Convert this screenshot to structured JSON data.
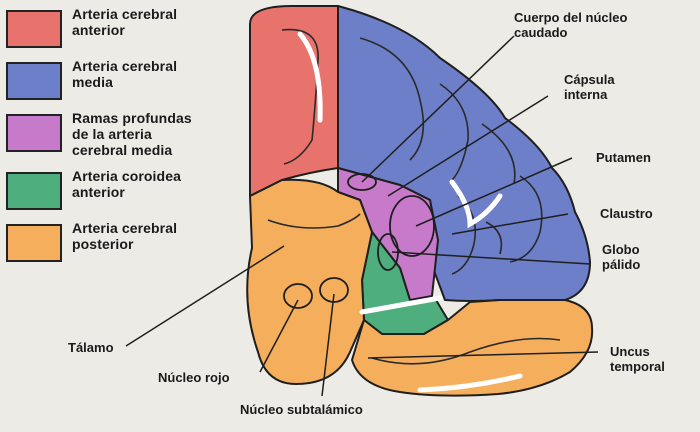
{
  "legend": [
    {
      "line1": "Arteria cerebral",
      "line2": "anterior",
      "line3": "",
      "color": "#e8736c"
    },
    {
      "line1": "Arteria cerebral",
      "line2": "media",
      "line3": "",
      "color": "#6d7fc8"
    },
    {
      "line1": "Ramas profundas",
      "line2": "de la arteria",
      "line3": "cerebral media",
      "color": "#c77ac9"
    },
    {
      "line1": "Arteria coroidea",
      "line2": "anterior",
      "line3": "",
      "color": "#4fae7e"
    },
    {
      "line1": "Arteria cerebral",
      "line2": "posterior",
      "line3": "",
      "color": "#f4ae5c"
    }
  ],
  "labels": {
    "cuerpo_1": "Cuerpo del núcleo",
    "cuerpo_2": "caudado",
    "capsula_1": "Cápsula",
    "capsula_2": "interna",
    "putamen": "Putamen",
    "claustro": "Claustro",
    "globo_1": "Globo",
    "globo_2": "pálido",
    "talamo": "Tálamo",
    "nucleo_rojo": "Núcleo rojo",
    "nucleo_subtalamico": "Núcleo subtalámico",
    "uncus_1": "Uncus",
    "uncus_2": "temporal"
  }
}
